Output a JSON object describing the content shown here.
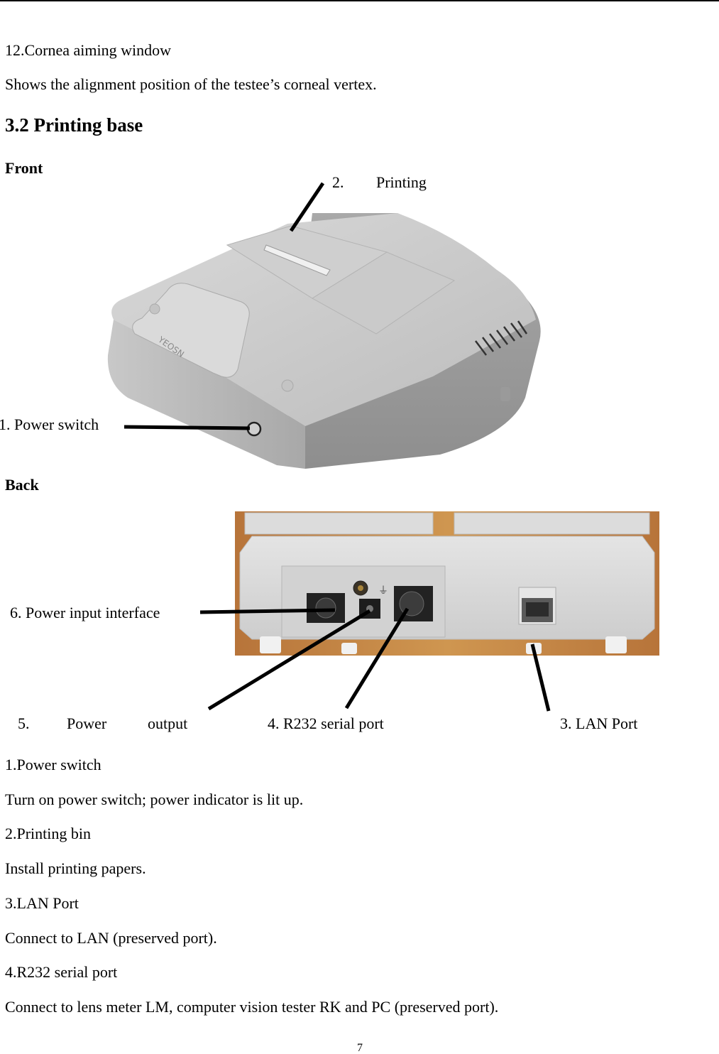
{
  "page": {
    "intro": {
      "item_title": "12.Cornea aiming window",
      "item_desc": "Shows the alignment position of the testee’s corneal vertex."
    },
    "section_heading": "3.2 Printing base",
    "front": {
      "heading": "Front",
      "image_alt": "Printing base front view photo",
      "brand_on_device": "YEOSN",
      "callouts": {
        "printing_num": "2.",
        "printing_label": "Printing",
        "power_switch": "1. Power switch"
      }
    },
    "back": {
      "heading": "Back",
      "image_alt": "Printing base back panel photo",
      "callouts": {
        "power_input": "6. Power input interface",
        "power_output_num": "5.",
        "power_output_word1": "Power",
        "power_output_word2": "output",
        "serial_port": "4. R232 serial port",
        "lan_port": "3. LAN Port"
      }
    },
    "descriptions": [
      {
        "title": "1.Power switch",
        "text": "Turn on power switch; power indicator is lit up."
      },
      {
        "title": "2.Printing bin",
        "text": "Install printing papers."
      },
      {
        "title": "3.LAN Port",
        "text": "Connect to LAN (preserved port)."
      },
      {
        "title": "4.R232 serial port",
        "text": "Connect to lens meter LM, computer vision tester RK and PC (preserved port)."
      }
    ],
    "page_number": "7"
  },
  "colors": {
    "device_grey": "#b9b9b9",
    "device_light": "#d6d6d6",
    "table_wood": "#c2873f",
    "callout_line": "#000000"
  }
}
